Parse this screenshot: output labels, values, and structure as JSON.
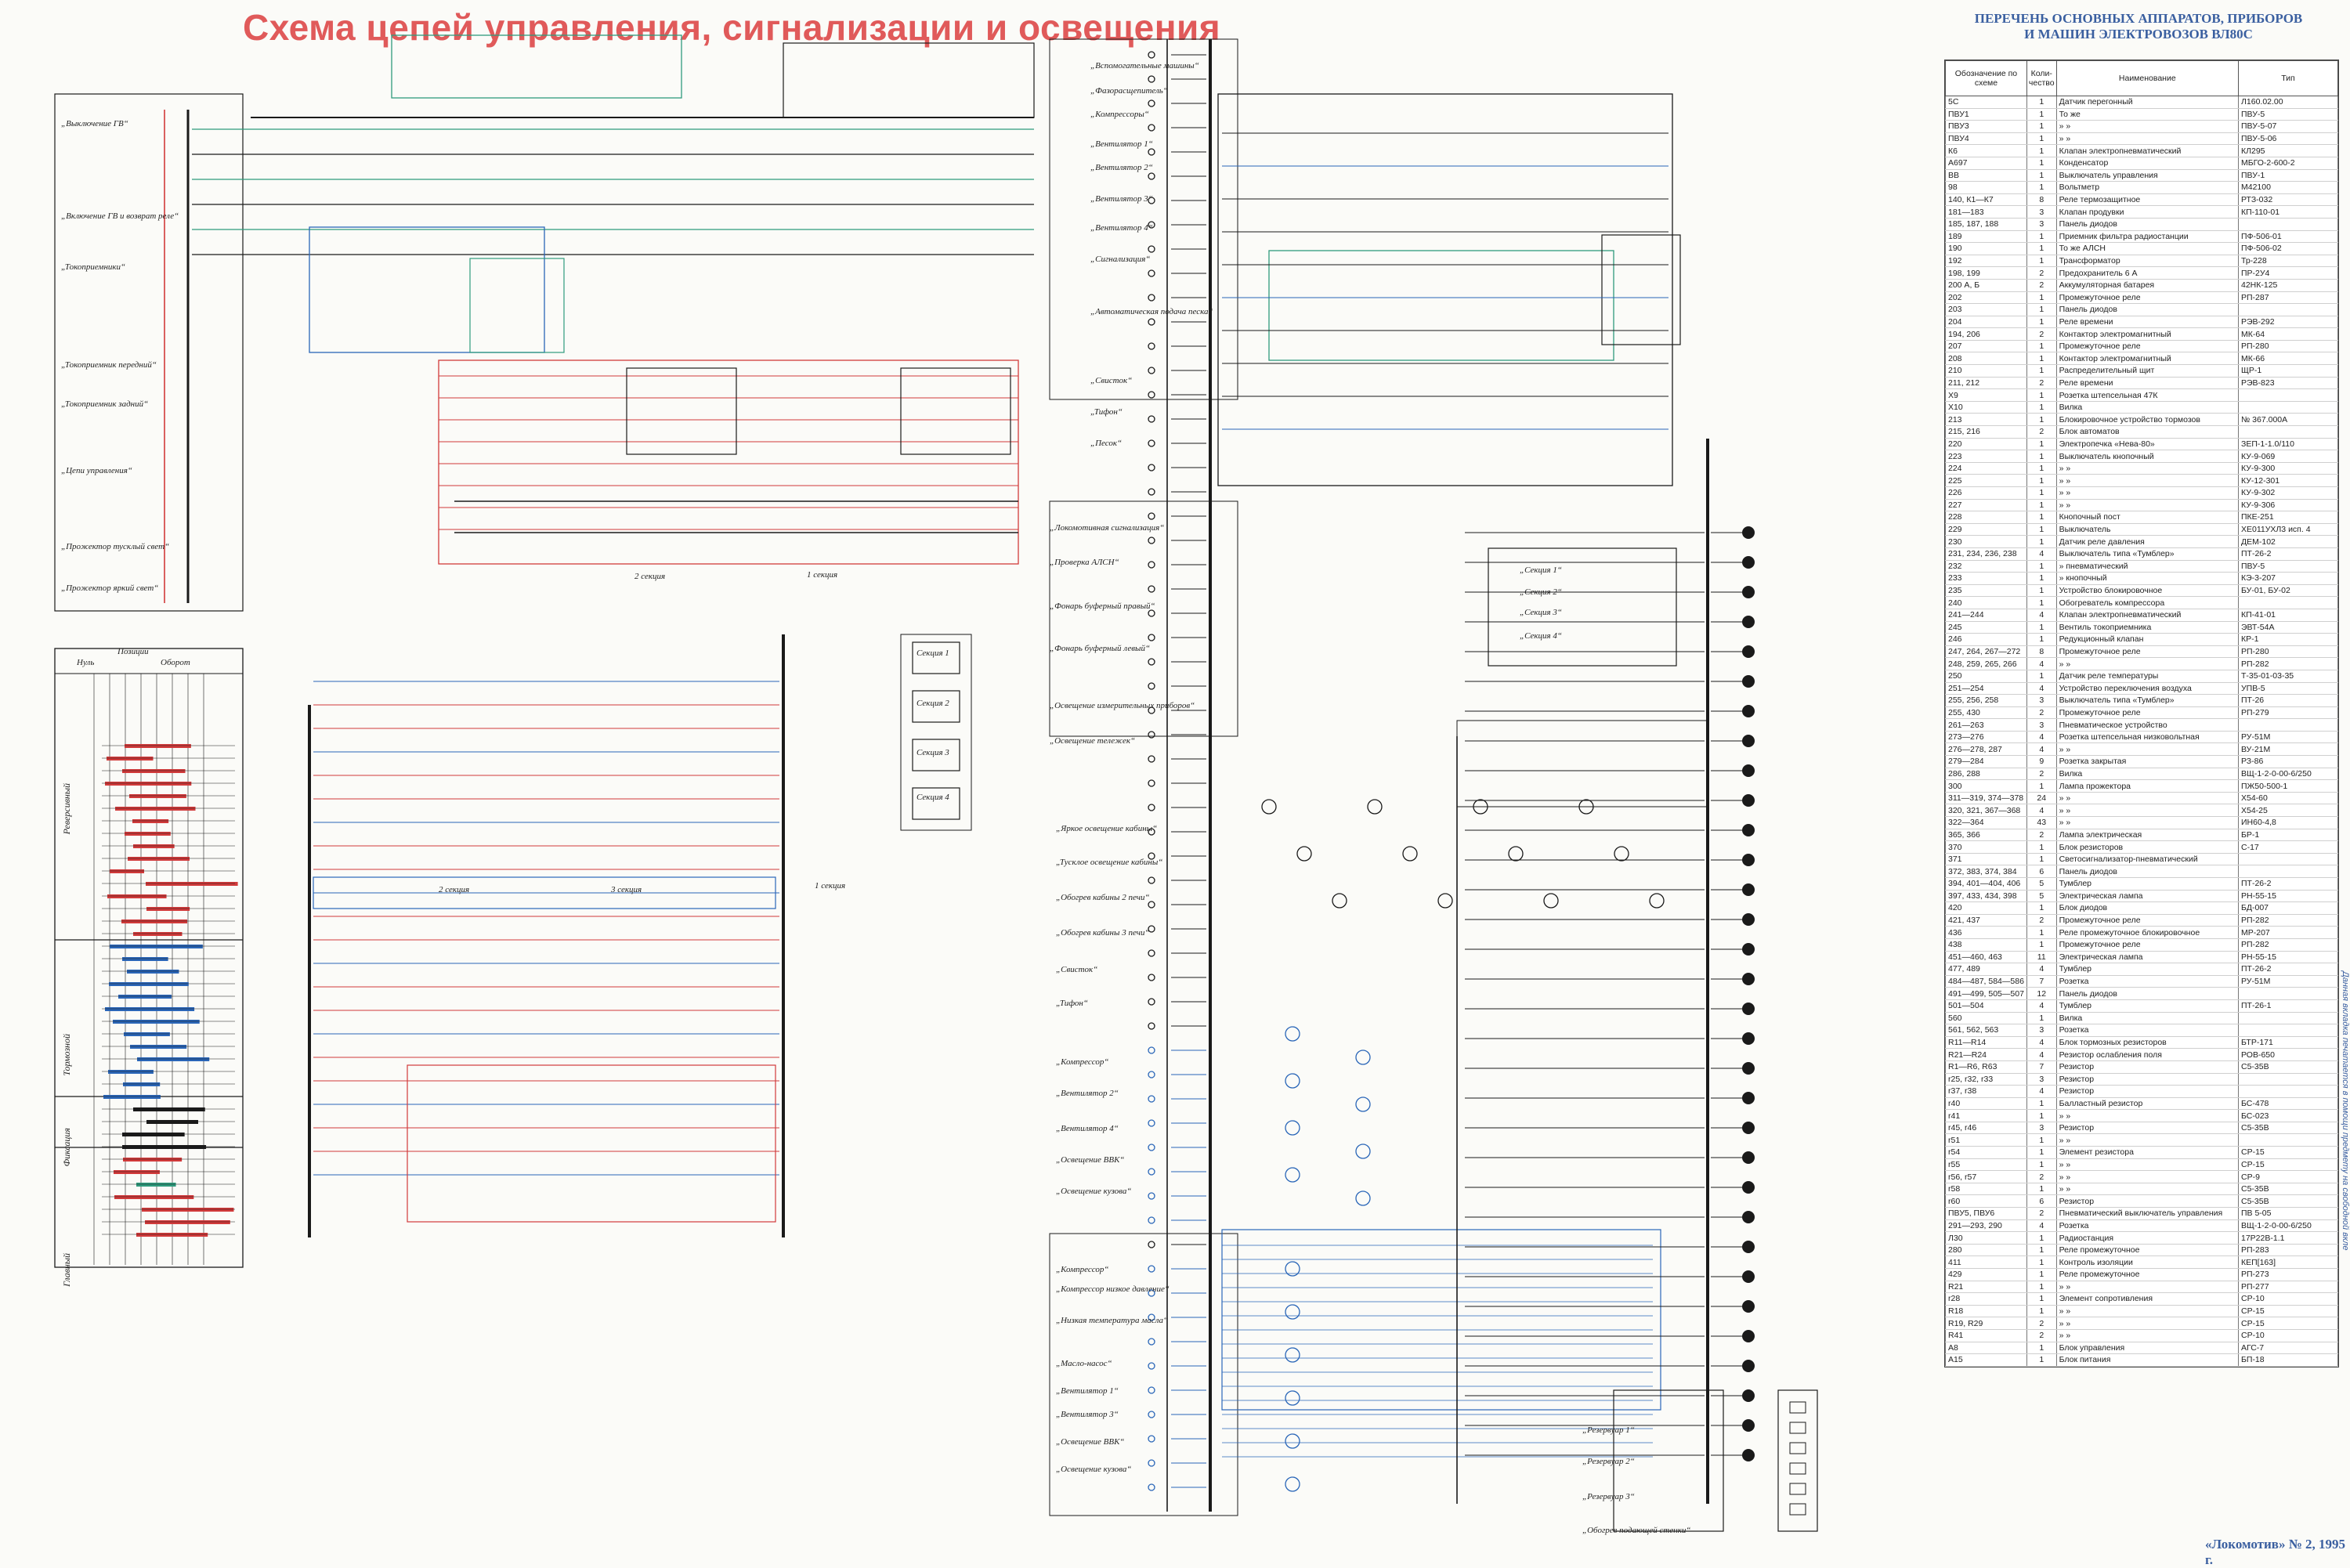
{
  "title": "Схема цепей управления, сигнализации и освещения",
  "list_title_line1": "ПЕРЕЧЕНЬ ОСНОВНЫХ АППАРАТОВ, ПРИБОРОВ",
  "list_title_line2": "И МАШИН ЭЛЕКТРОВОЗОВ ВЛ80С",
  "list_columns": [
    "Обозначение по схеме",
    "Коли-чество",
    "Наименование",
    "Тип"
  ],
  "list_rows": [
    [
      "5С",
      "1",
      "Датчик перегонный",
      "Л160.02.00"
    ],
    [
      "ПВУ1",
      "1",
      "То же",
      "ПВУ-5"
    ],
    [
      "ПВУ3",
      "1",
      "»      »",
      "ПВУ-5-07"
    ],
    [
      "ПВУ4",
      "1",
      "»      »",
      "ПВУ-5-06"
    ],
    [
      "К6",
      "1",
      "Клапан электропневматический",
      "КЛ295"
    ],
    [
      "А697",
      "1",
      "Конденсатор",
      "МБГО-2-600-2"
    ],
    [
      "ВВ",
      "1",
      "Выключатель управления",
      "ПВУ-1"
    ],
    [
      "98",
      "1",
      "Вольтметр",
      "М42100"
    ],
    [
      "140, К1—К7",
      "8",
      "Реле термозащитное",
      "РТЗ-032"
    ],
    [
      "181—183",
      "3",
      "Клапан продувки",
      "КП-110-01"
    ],
    [
      "185, 187, 188",
      "3",
      "Панель диодов",
      ""
    ],
    [
      "189",
      "1",
      "Приемник фильтра радиостанции",
      "ПФ-506-01"
    ],
    [
      "190",
      "1",
      "То же АЛСН",
      "ПФ-506-02"
    ],
    [
      "192",
      "1",
      "Трансформатор",
      "Тр-228"
    ],
    [
      "198, 199",
      "2",
      "Предохранитель 6 А",
      "ПР-2У4"
    ],
    [
      "200 А, Б",
      "2",
      "Аккумуляторная батарея",
      "42НК-125"
    ],
    [
      "202",
      "1",
      "Промежуточное реле",
      "РП-287"
    ],
    [
      "203",
      "1",
      "Панель диодов",
      ""
    ],
    [
      "204",
      "1",
      "Реле времени",
      "РЭВ-292"
    ],
    [
      "194, 206",
      "2",
      "Контактор электромагнитный",
      "МК-64"
    ],
    [
      "207",
      "1",
      "Промежуточное реле",
      "РП-280"
    ],
    [
      "208",
      "1",
      "Контактор электромагнитный",
      "МК-66"
    ],
    [
      "210",
      "1",
      "Распределительный щит",
      "ЩР-1"
    ],
    [
      "211, 212",
      "2",
      "Реле времени",
      "РЭВ-823"
    ],
    [
      "Х9",
      "1",
      "Розетка штепсельная 47К",
      ""
    ],
    [
      "Х10",
      "1",
      "Вилка",
      ""
    ],
    [
      "213",
      "1",
      "Блокировочное устройство тормозов",
      "№ 367.000А"
    ],
    [
      "215, 216",
      "2",
      "Блок автоматов",
      ""
    ],
    [
      "220",
      "1",
      "Электропечка «Нева-80»",
      "ЗЕП-1-1.0/110"
    ],
    [
      "223",
      "1",
      "Выключатель кнопочный",
      "КУ-9-069"
    ],
    [
      "224",
      "1",
      "»      »",
      "КУ-9-300"
    ],
    [
      "225",
      "1",
      "»      »",
      "КУ-12-301"
    ],
    [
      "226",
      "1",
      "»      »",
      "КУ-9-302"
    ],
    [
      "227",
      "1",
      "»      »",
      "КУ-9-306"
    ],
    [
      "228",
      "1",
      "Кнопочный пост",
      "ПКЕ-251"
    ],
    [
      "229",
      "1",
      "Выключатель",
      "ХЕ011УХЛ3 исп. 4"
    ],
    [
      "230",
      "1",
      "Датчик реле давления",
      "ДЕМ-102"
    ],
    [
      "231, 234, 236, 238",
      "4",
      "Выключатель типа «Тумблер»",
      "ПТ-26-2"
    ],
    [
      "232",
      "1",
      "»      пневматический",
      "ПВУ-5"
    ],
    [
      "233",
      "1",
      "»      кнопочный",
      "КЭ-3-207"
    ],
    [
      "235",
      "1",
      "Устройство блокировочное",
      "БУ-01, БУ-02"
    ],
    [
      "240",
      "1",
      "Обогреватель компрессора",
      ""
    ],
    [
      "241—244",
      "4",
      "Клапан электропневматический",
      "КП-41-01"
    ],
    [
      "245",
      "1",
      "Вентиль токоприемника",
      "ЭВТ-54А"
    ],
    [
      "246",
      "1",
      "Редукционный клапан",
      "КР-1"
    ],
    [
      "247, 264, 267—272",
      "8",
      "Промежуточное реле",
      "РП-280"
    ],
    [
      "248, 259, 265, 266",
      "4",
      "»      »",
      "РП-282"
    ],
    [
      "250",
      "1",
      "Датчик реле температуры",
      "Т-35-01-03-35"
    ],
    [
      "251—254",
      "4",
      "Устройство переключения воздуха",
      "УПВ-5"
    ],
    [
      "255, 256, 258",
      "3",
      "Выключатель типа «Тумблер»",
      "ПТ-26"
    ],
    [
      "255, 430",
      "2",
      "Промежуточное реле",
      "РП-279"
    ],
    [
      "261—263",
      "3",
      "Пневматическое устройство",
      ""
    ],
    [
      "273—276",
      "4",
      "Розетка штепсельная низковольтная",
      "РУ-51М"
    ],
    [
      "276—278, 287",
      "4",
      "»      »",
      "ВУ-21М"
    ],
    [
      "279—284",
      "9",
      "Розетка закрытая",
      "РЗ-86"
    ],
    [
      "286, 288",
      "2",
      "Вилка",
      "ВЩ-1-2-0-00-6/250"
    ],
    [
      "300",
      "1",
      "Лампа прожектора",
      "ПЖ50-500-1"
    ],
    [
      "311—319, 374—378",
      "24",
      "»      »",
      "Х54-60"
    ],
    [
      "320, 321, 367—368",
      "4",
      "»      »",
      "Х54-25"
    ],
    [
      "322—364",
      "43",
      "»      »",
      "ИН60-4,8"
    ],
    [
      "365, 366",
      "2",
      "Лампа электрическая",
      "БР-1"
    ],
    [
      "370",
      "1",
      "Блок резисторов",
      "С-17"
    ],
    [
      "371",
      "1",
      "Светосигнализатор-пневматический",
      ""
    ],
    [
      "372, 383, 374, 384",
      "6",
      "Панель диодов",
      ""
    ],
    [
      "394, 401—404, 406",
      "5",
      "Тумблер",
      "ПТ-26-2"
    ],
    [
      "397, 433, 434, 398",
      "5",
      "Электрическая лампа",
      "РН-55-15"
    ],
    [
      "420",
      "1",
      "Блок диодов",
      "БД-007"
    ],
    [
      "421, 437",
      "2",
      "Промежуточное реле",
      "РП-282"
    ],
    [
      "436",
      "1",
      "Реле промежуточное блокировочное",
      "МР-207"
    ],
    [
      "438",
      "1",
      "Промежуточное реле",
      "РП-282"
    ],
    [
      "451—460, 463",
      "11",
      "Электрическая лампа",
      "РН-55-15"
    ],
    [
      "477, 489",
      "4",
      "Тумблер",
      "ПТ-26-2"
    ],
    [
      "484—487, 584—586",
      "7",
      "Розетка",
      "РУ-51М"
    ],
    [
      "491—499, 505—507",
      "12",
      "Панель диодов",
      ""
    ],
    [
      "501—504",
      "4",
      "Тумблер",
      "ПТ-26-1"
    ],
    [
      "560",
      "1",
      "Вилка",
      ""
    ],
    [
      "561, 562, 563",
      "3",
      "Розетка",
      ""
    ],
    [
      "R11—R14",
      "4",
      "Блок тормозных резисторов",
      "БТР-171"
    ],
    [
      "R21—R24",
      "4",
      "Резистор ослабления поля",
      "РОВ-650"
    ],
    [
      "R1—R6, R63",
      "7",
      "Резистор",
      "С5-35В"
    ],
    [
      "r25, r32, r33",
      "3",
      "Резистор",
      ""
    ],
    [
      "r37, r38",
      "4",
      "Резистор",
      ""
    ],
    [
      "r40",
      "1",
      "Балластный резистор",
      "БС-478"
    ],
    [
      "r41",
      "1",
      "»      »",
      "БС-023"
    ],
    [
      "r45, r46",
      "3",
      "Резистор",
      "С5-35В"
    ],
    [
      "r51",
      "1",
      "»      »",
      ""
    ],
    [
      "r54",
      "1",
      "Элемент резистора",
      "СР-15"
    ],
    [
      "r55",
      "1",
      "»      »",
      "СР-15"
    ],
    [
      "r56, r57",
      "2",
      "»      »",
      "СР-9"
    ],
    [
      "r58",
      "1",
      "»      »",
      "С5-35В"
    ],
    [
      "r60",
      "6",
      "Резистор",
      "С5-35В"
    ],
    [
      "ПВУ5, ПВУ6",
      "2",
      "Пневматический выключатель управления",
      "ПВ 5-05"
    ],
    [
      "291—293, 290",
      "4",
      "Розетка",
      "ВЩ-1-2-0-00-6/250"
    ],
    [
      "Л30",
      "1",
      "Радиостанция",
      "17Р22В-1.1"
    ],
    [
      "280",
      "1",
      "Реле промежуточное",
      "РП-283"
    ],
    [
      "411",
      "1",
      "Контроль изоляции",
      "КЕП[163]"
    ],
    [
      "429",
      "1",
      "Реле промежуточное",
      "РП-273"
    ],
    [
      "R21",
      "1",
      "»      »",
      "РП-277"
    ],
    [
      "r28",
      "1",
      "Элемент сопротивления",
      "СР-10"
    ],
    [
      "R18",
      "1",
      "»      »",
      "СР-15"
    ],
    [
      "R19, R29",
      "2",
      "»      »",
      "СР-15"
    ],
    [
      "R41",
      "2",
      "»      »",
      "СР-10"
    ],
    [
      "А8",
      "1",
      "Блок управления",
      "АГС-7"
    ],
    [
      "А15",
      "1",
      "Блок питания",
      "БП-18"
    ]
  ],
  "blocks": {
    "left": [
      "„Выключение ГВ“",
      "„Включение ГВ и возврат реле“",
      "„Токоприемники“",
      "„Токоприемник передний“",
      "„Токоприемник задний“",
      "„Цепи управления“",
      "„Прожектор тусклый свет“",
      "„Прожектор яркий свет“"
    ],
    "mid1": [
      "„Вспомогательные машины“",
      "„Фазорасщепитель“",
      "„Компрессоры“",
      "„Вентилятор 1“",
      "„Вентилятор 2“",
      "„Вентилятор 3“",
      "„Вентилятор 4“",
      "„Сигнализация“",
      "„Автоматическая подача песка“"
    ],
    "mid2": [
      "„Свисток“",
      "„Тифон“",
      "„Песок“"
    ],
    "mid3": [
      "„Локомотивная сигнализация“",
      "„Проверка АЛСН“",
      "„Фонарь буферный правый“",
      "„Фонарь буферный левый“",
      "„Освещение измерительных приборов“",
      "„Освещение тележек“"
    ],
    "mid4": [
      "„Яркое освещение кабины“",
      "„Тусклое освещение кабины“",
      "„Обогрев кабины 2 печи“",
      "„Обогрев кабины 3 печи“",
      "„Свисток“",
      "„Тифон“"
    ],
    "mid5": [
      "„Компрессор“",
      "„Вентилятор 2“",
      "„Вентилятор 4“",
      "„Освещение ВВК“",
      "„Освещение кузова“"
    ],
    "mid6": [
      "„Компрессор“",
      "„Компрессор низкое давление“",
      "„Низкая температура масла“",
      "„Масло-насос“",
      "„Вентилятор 1“",
      "„Вентилятор 3“",
      "„Освещение ВВК“",
      "„Освещение кузова“"
    ],
    "right": [
      "„Секция 1“",
      "„Секция 2“",
      "„Секция 3“",
      "„Секция 4“",
      "„Резервуар 1“",
      "„Резервуар 2“",
      "„Резервуар 3“",
      "„Обогрев подающей стенки“"
    ],
    "sections": [
      "Секция 1",
      "Секция 2",
      "Секция 3",
      "Секция 4"
    ],
    "section_notes": [
      "2 секция",
      "1 секция",
      "2 секция",
      "1 секция",
      "3 секция"
    ]
  },
  "legend": {
    "positions_label": "Позиции",
    "head1": "Нуль",
    "head2": "Оборот",
    "bands": [
      "Реверсивный",
      "Тормозной",
      "Фиксация",
      "Главный"
    ]
  },
  "side_note": "Данная вкладка печатается в помощи предмету на свободной вкле",
  "footer": "«Локомотив» № 2, 1995 г.",
  "colors": {
    "red": "#d23a3a",
    "blue": "#2a66b8",
    "green": "#2e9b7c",
    "black": "#1a1a1a",
    "title": "#e05a5a",
    "head": "#3a5fa0"
  }
}
